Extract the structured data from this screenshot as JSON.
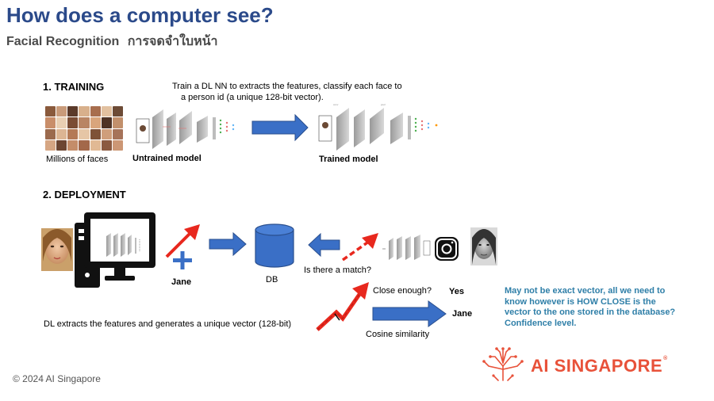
{
  "title": "How does a computer see?",
  "subtitle": "Facial Recognition",
  "subtitle_thai": "การจดจำใบหน้า",
  "training": {
    "heading": "1. TRAINING",
    "description_line1": "Train a DL NN to extracts the features, classify each face to",
    "description_line2": "a person id (a unique 128-bit vector).",
    "faces_label": "Millions of faces",
    "untrained_label": "Untrained model",
    "trained_label": "Trained model"
  },
  "deployment": {
    "heading": "2. DEPLOYMENT",
    "person_label": "Jane",
    "db_label": "DB",
    "match_question": "Is there a match?",
    "close_enough": "Close enough?",
    "yes": "Yes",
    "result_name": "Jane",
    "cosine": "Cosine similarity",
    "extract_caption": "DL extracts the features and generates a unique vector (128-bit)",
    "note_lines": [
      "May not be exact vector, all we need to",
      "know however is HOW CLOSE is the",
      "vector to the one stored in the database?",
      "Confidence level."
    ]
  },
  "footer": "© 2024 AI Singapore",
  "logo": {
    "text": "AI SINGAPORE",
    "mark": "®"
  },
  "colors": {
    "title": "#2b4a8a",
    "note": "#2f7fa8",
    "arrow_blue": "#3a6fc6",
    "arrow_red": "#e8281e",
    "logo": "#e8523a"
  },
  "icons": [
    "desktop-computer-icon",
    "database-cylinder-icon",
    "instagram-camera-icon",
    "plus-icon",
    "neural-network-icon",
    "ai-singapore-logo-icon"
  ]
}
